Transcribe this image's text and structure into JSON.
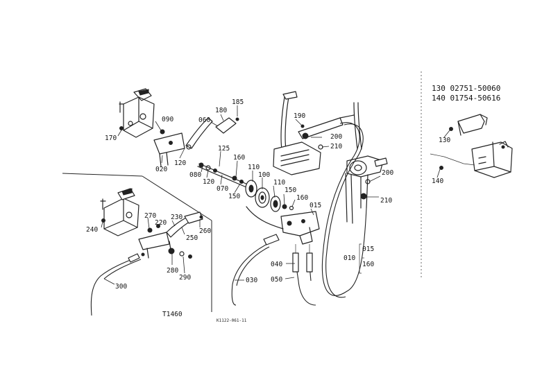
{
  "part_numbers": {
    "line1": "130 02751-50060",
    "line2": "140 01754-50616"
  },
  "figure_code": "T1460",
  "drawing_code": "K1122-061-11",
  "bracket_group": {
    "top": "015",
    "main": "010",
    "bottom": "160"
  },
  "callouts": {
    "c170": "170",
    "c090": "090",
    "c020": "020",
    "c120a": "120",
    "c060": "060",
    "c180": "180",
    "c185": "185",
    "c080": "080",
    "c120b": "120",
    "c070": "070",
    "c125": "125",
    "c160a": "160",
    "c150a": "150",
    "c110a": "110",
    "c100": "100",
    "c110b": "110",
    "c150b": "150",
    "c160b": "160",
    "c015": "015",
    "c190": "190",
    "c200a": "200",
    "c210a": "210",
    "c200b": "200",
    "c210b": "210",
    "c040": "040",
    "c050": "050",
    "c030": "030",
    "c240": "240",
    "c270": "270",
    "c220": "220",
    "c230": "230",
    "c260": "260",
    "c250": "250",
    "c280": "280",
    "c290": "290",
    "c300": "300",
    "c130": "130",
    "c140": "140"
  }
}
